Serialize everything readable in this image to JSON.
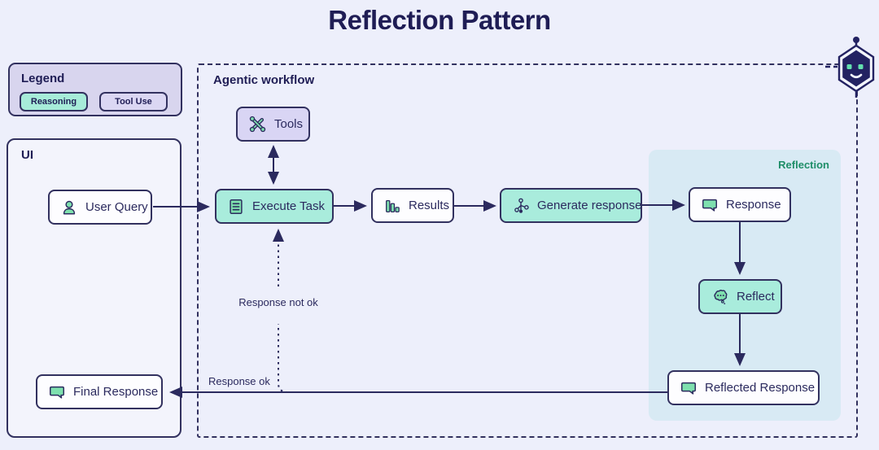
{
  "title": "Reflection Pattern",
  "colors": {
    "page_bg": "#edeffb",
    "navy": "#2b2a5e",
    "reasoning_fill": "#a9ecdc",
    "tool_fill": "#d9d5f4",
    "icon_green": "#7ee0ae",
    "reflection_bg": "#d8eaf4",
    "reflection_label": "#1e8e68"
  },
  "legend": {
    "title": "Legend",
    "items": [
      {
        "label": "Reasoning",
        "type": "reasoning"
      },
      {
        "label": "Tool Use",
        "type": "tool"
      }
    ]
  },
  "ui_panel": {
    "label": "UI"
  },
  "workflow_panel": {
    "label": "Agentic workflow"
  },
  "reflection_panel": {
    "label": "Reflection"
  },
  "nodes": {
    "user_query": {
      "label": "User Query",
      "icon": "person-icon",
      "style": "white"
    },
    "tools": {
      "label": "Tools",
      "icon": "tools-icon",
      "style": "lavender"
    },
    "execute_task": {
      "label": "Execute Task",
      "icon": "task-list-icon",
      "style": "teal"
    },
    "results": {
      "label": "Results",
      "icon": "bar-chart-icon",
      "style": "white"
    },
    "generate_response": {
      "label": "Generate response",
      "icon": "network-icon",
      "style": "teal"
    },
    "response": {
      "label": "Response",
      "icon": "speech-bubble-icon",
      "style": "white"
    },
    "reflect": {
      "label": "Reflect",
      "icon": "thought-cloud-icon",
      "style": "teal"
    },
    "reflected_response": {
      "label": "Reflected Response",
      "icon": "speech-bubble-icon",
      "style": "white"
    },
    "final_response": {
      "label": "Final Response",
      "icon": "speech-bubble-icon",
      "style": "white"
    }
  },
  "edge_labels": {
    "response_not_ok": "Response not ok",
    "response_ok": "Response ok"
  },
  "decorations": {
    "robot": "robot-icon"
  }
}
